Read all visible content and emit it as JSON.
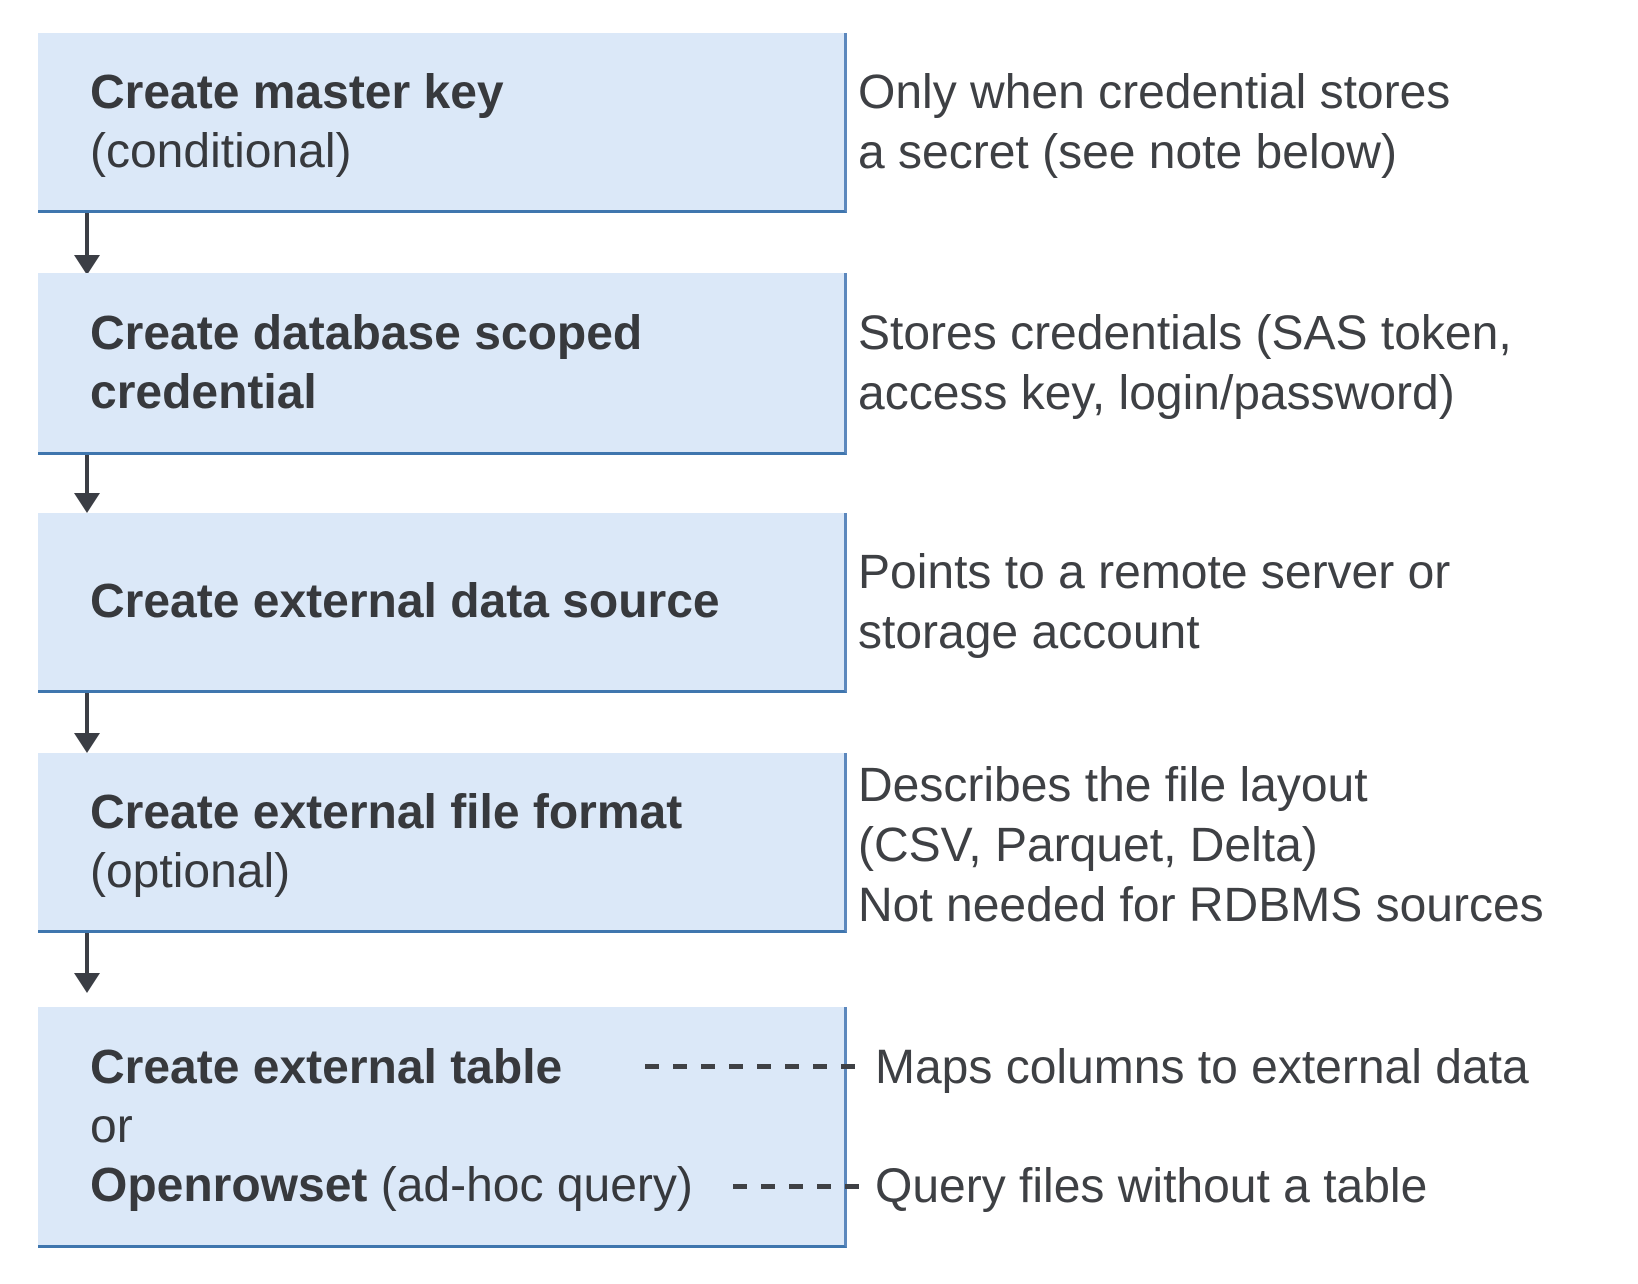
{
  "diagram": {
    "boxes": [
      {
        "line1": "Create master key",
        "line2": "(conditional)"
      },
      {
        "line1": "Create database scoped",
        "line2": "credential"
      },
      {
        "line1": "Create external data source"
      },
      {
        "line1": "Create external file format",
        "line2": "(optional)"
      },
      {
        "line1": "Create external table",
        "line2": "or",
        "line3_bold": "Openrowset",
        "line3_rest": " (ad-hoc query)"
      }
    ],
    "notes": [
      {
        "line1": "Only when credential stores",
        "line2": "a secret (see note below)"
      },
      {
        "line1": "Stores credentials (SAS token,",
        "line2": "access key, login/password)"
      },
      {
        "line1": "Points to a remote server or",
        "line2": "storage account"
      },
      {
        "line1": "Describes the file layout",
        "line2": "(CSV, Parquet, Delta)",
        "line3": "Not needed for RDBMS sources"
      },
      {
        "line1": "Maps columns to external data"
      },
      {
        "line1": "Query files without a table"
      }
    ],
    "colors": {
      "box_fill": "#dbe8f8",
      "box_border_bottom": "#3f76ae",
      "box_border_right": "#5c88bd",
      "arrow": "#3b3e45",
      "dash": "#3f4145",
      "text": "#37393d"
    }
  }
}
